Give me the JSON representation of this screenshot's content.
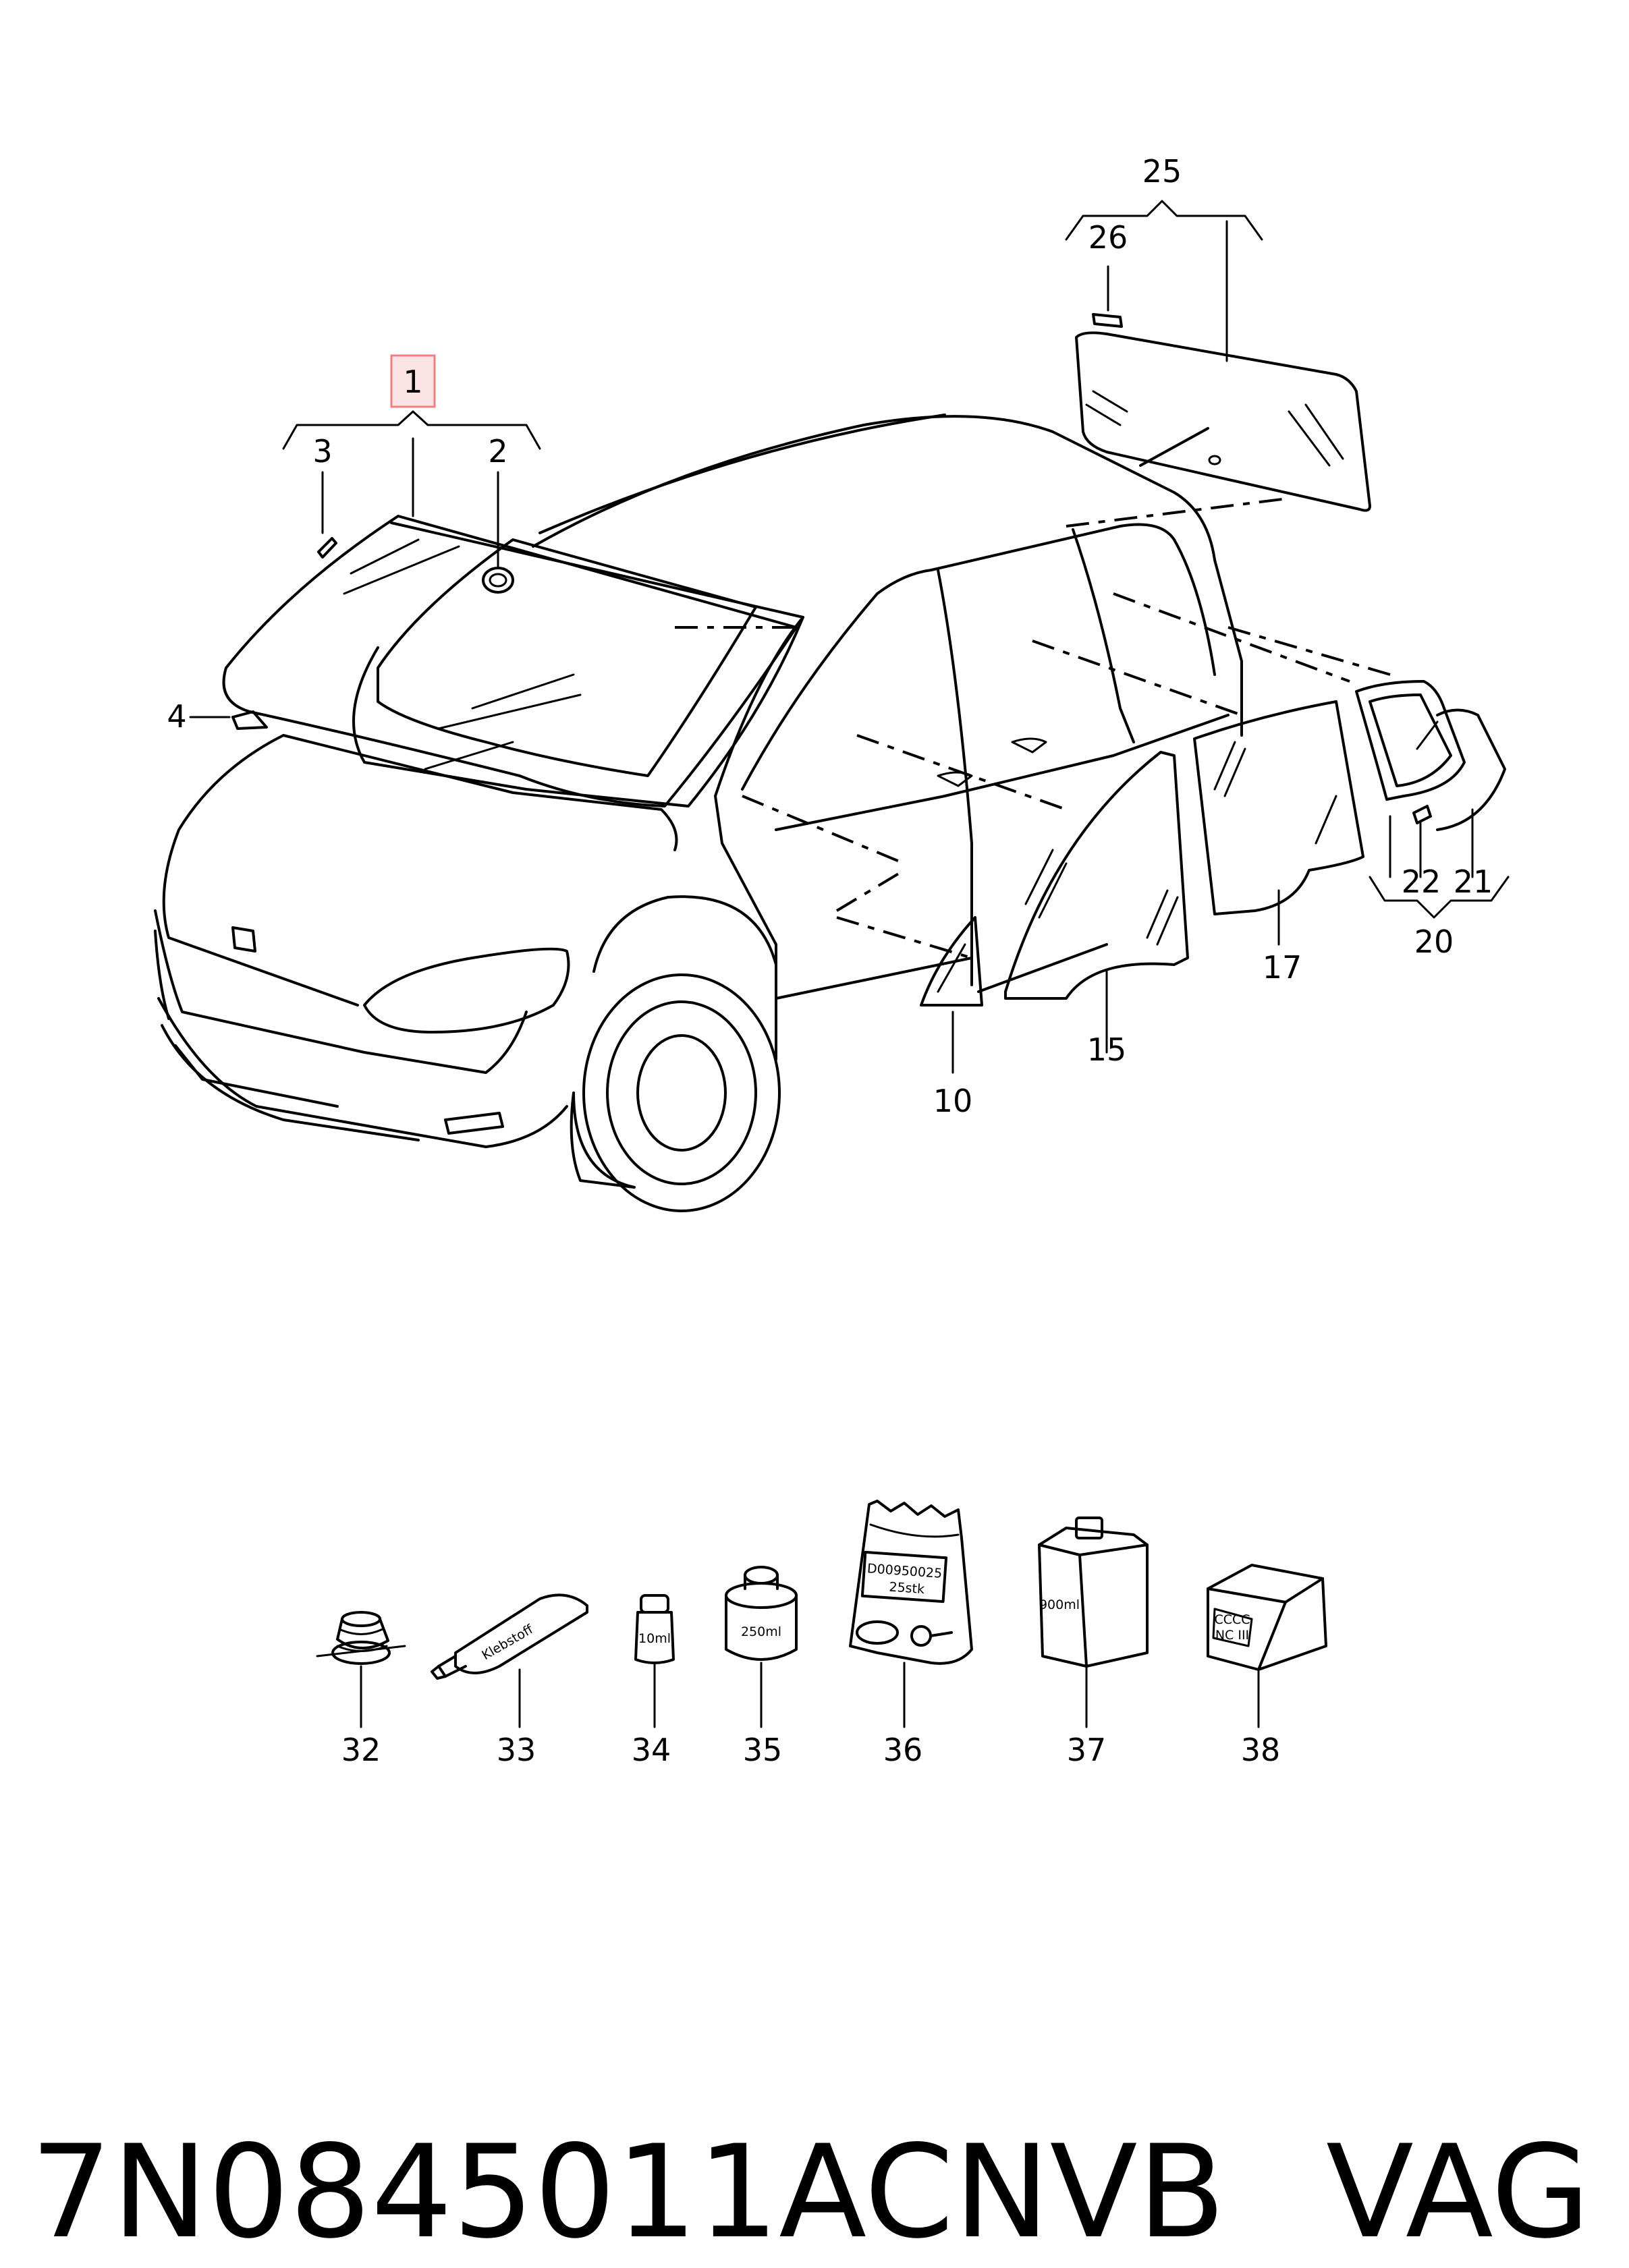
{
  "callouts": {
    "c1": "1",
    "c2": "2",
    "c3": "3",
    "c4": "4",
    "c10": "10",
    "c15": "15",
    "c17": "17",
    "c20": "20",
    "c21": "21",
    "c22": "22",
    "c25": "25",
    "c26": "26",
    "c32": "32",
    "c33": "33",
    "c34": "34",
    "c35": "35",
    "c36": "36",
    "c37": "37",
    "c38": "38"
  },
  "products": {
    "tube": "Klebstoff",
    "bottle_small": "10ml",
    "can": "250ml",
    "bag_line1": "D00950025",
    "bag_line2": "25stk",
    "canister": "900ml",
    "box_line1": "CCCC",
    "box_line2": "NC III"
  },
  "highlight": {
    "callout": "1",
    "color": "#f08080",
    "fill": "#fbe3e3"
  },
  "footer": {
    "part_number": "7N0845011ACNVB",
    "brand": "VAG"
  }
}
